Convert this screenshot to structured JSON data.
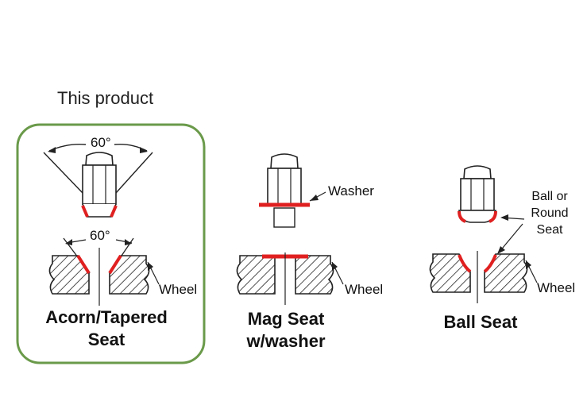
{
  "header": {
    "label": "This product"
  },
  "diagrams": [
    {
      "id": "acorn",
      "angle_top": "60°",
      "angle_bottom": "60°",
      "wheel_label": "Wheel",
      "title_line1": "Acorn/Tapered",
      "title_line2": "Seat",
      "highlighted": true
    },
    {
      "id": "mag",
      "washer_label": "Washer",
      "wheel_label": "Wheel",
      "title_line1": "Mag Seat",
      "title_line2": "w/washer"
    },
    {
      "id": "ball",
      "ball_label_line1": "Ball or",
      "ball_label_line2": "Round",
      "ball_label_line3": "Seat",
      "wheel_label": "Wheel",
      "title_line1": "Ball Seat"
    }
  ],
  "colors": {
    "highlight_border": "#6a9a4a",
    "seat_red": "#e02020",
    "line": "#222222"
  }
}
